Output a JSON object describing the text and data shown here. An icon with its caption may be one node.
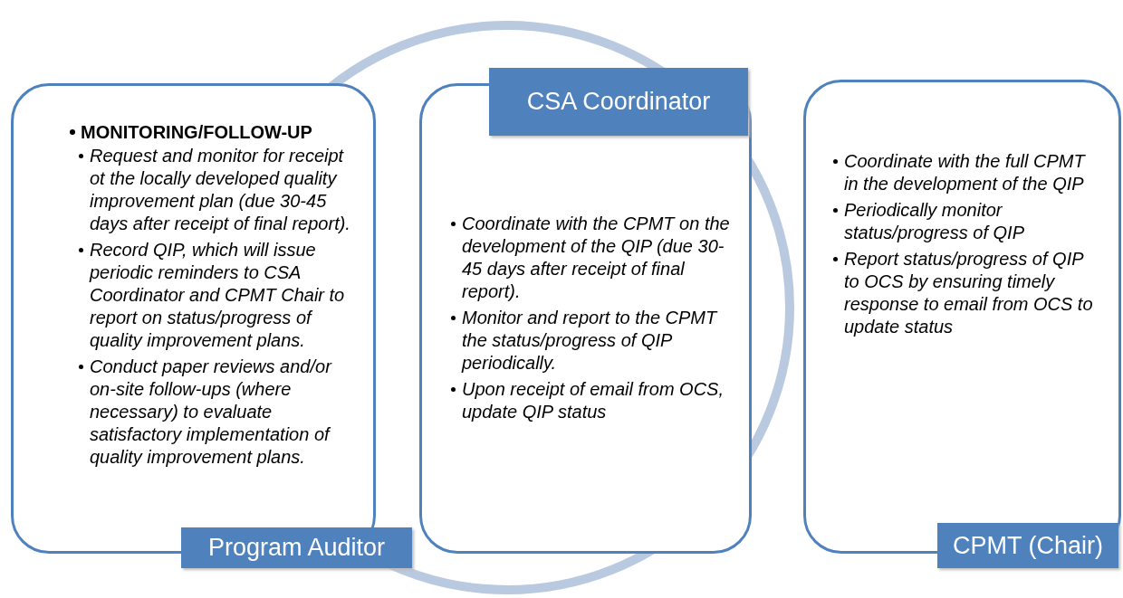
{
  "diagram": {
    "nodes": [
      {
        "text": [
          "MONITORING/FOLLOW-UP",
          "Request and monitor for receipt ot the locally developed quality improvement plan (due 30-45 days after receipt of final report).",
          "Record QIP, which will issue periodic reminders to CSA Coordinator and CPMT Chair to report on status/progress of quality improvement plans.",
          "Conduct paper reviews and/or on-site follow-ups (where necessary) to evaluate satisfactory implementation of quality improvement plans."
        ]
      },
      {
        "text": [
          "Program Auditor"
        ]
      },
      {
        "text": [
          "CSA Coordinator"
        ]
      },
      {
        "text": [
          "Coordinate with the CPMT on the development of the QIP (due 30-45 days after receipt of final report).",
          "Monitor and report to the CPMT the status/progress of QIP periodically.",
          "Upon receipt of email from OCS, update QIP status"
        ]
      },
      {
        "text": [
          "Coordinate with the full CPMT in the development of the QIP",
          "Periodically monitor status/progress of QIP",
          "Report status/progress of QIP to OCS by ensuring timely response to email from OCS to update status"
        ]
      },
      {
        "text": [
          "CPMT (Chair)"
        ]
      }
    ]
  }
}
